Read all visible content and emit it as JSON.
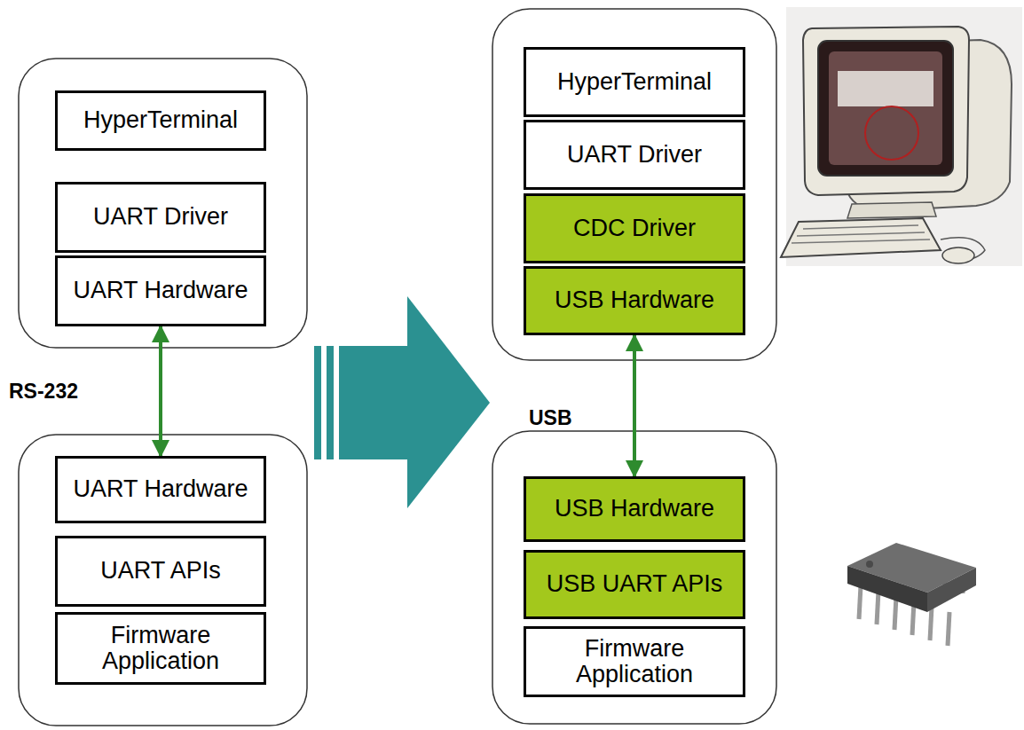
{
  "diagram": {
    "nodes": [
      {
        "text": [
          "HyperTerminal"
        ]
      },
      {
        "text": [
          "UART Driver"
        ]
      },
      {
        "text": [
          "UART Hardware"
        ]
      },
      {
        "text": [
          "HyperTerminal"
        ]
      },
      {
        "text": [
          "UART Driver"
        ]
      },
      {
        "text": [
          "CDC Driver"
        ]
      },
      {
        "text": [
          "USB Hardware"
        ]
      },
      {
        "text": [
          "UART Hardware"
        ]
      },
      {
        "text": [
          "UART APIs"
        ]
      },
      {
        "text": [
          "Firmware Application"
        ]
      },
      {
        "text": [
          "USB Hardware"
        ]
      },
      {
        "text": [
          "USB UART APIs"
        ]
      },
      {
        "text": [
          "Firmware Application"
        ]
      }
    ],
    "edges": [
      {
        "from": 2,
        "to": 7,
        "arrow": "both"
      },
      {
        "from": 6,
        "to": 10,
        "arrow": "both"
      }
    ],
    "labels": [
      "RS-232",
      "USB"
    ]
  }
}
